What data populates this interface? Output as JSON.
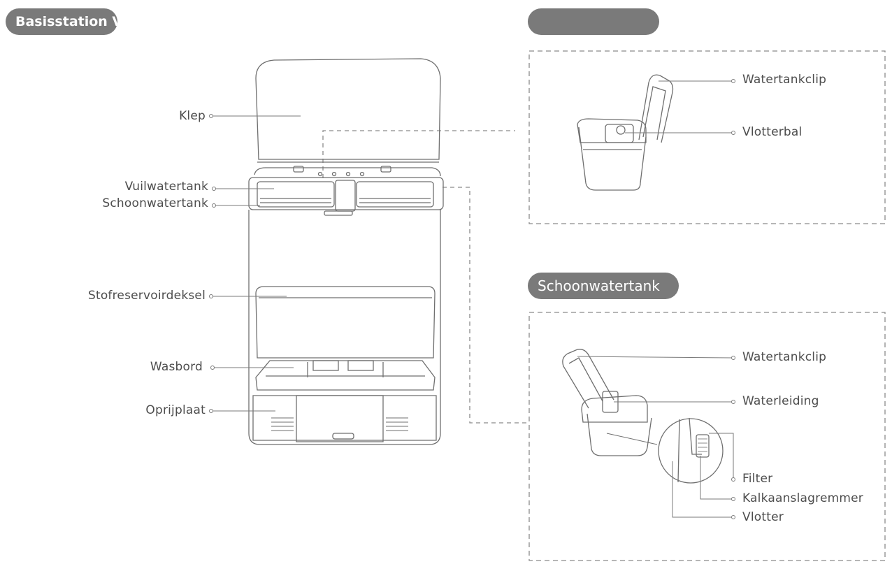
{
  "panels": {
    "base_station_title": "Basisstation V",
    "dirty_tank_title": "",
    "clean_tank_title": "Schoonwatertank"
  },
  "base_labels": {
    "klep": "Klep",
    "vuilwatertank": "Vuilwatertank",
    "schoonwatertank": "Schoonwatertank",
    "stofreservoirdeksel": "Stofreservoirdeksel",
    "wasbord": "Wasbord",
    "oprijplaat": "Oprijplaat"
  },
  "dirty_tank_labels": {
    "watertankclip": "Watertankclip",
    "vlotterbal": "Vlotterbal"
  },
  "clean_tank_labels": {
    "watertankclip": "Watertankclip",
    "waterleiding": "Waterleiding",
    "filter": "Filter",
    "kalkaanslagremmer": "Kalkaanslagremmer",
    "vlotter": "Vlotter"
  },
  "colors": {
    "pill_bg": "#7a7a7a",
    "line": "#6f6f6f",
    "dash": "#8a8a8a"
  }
}
